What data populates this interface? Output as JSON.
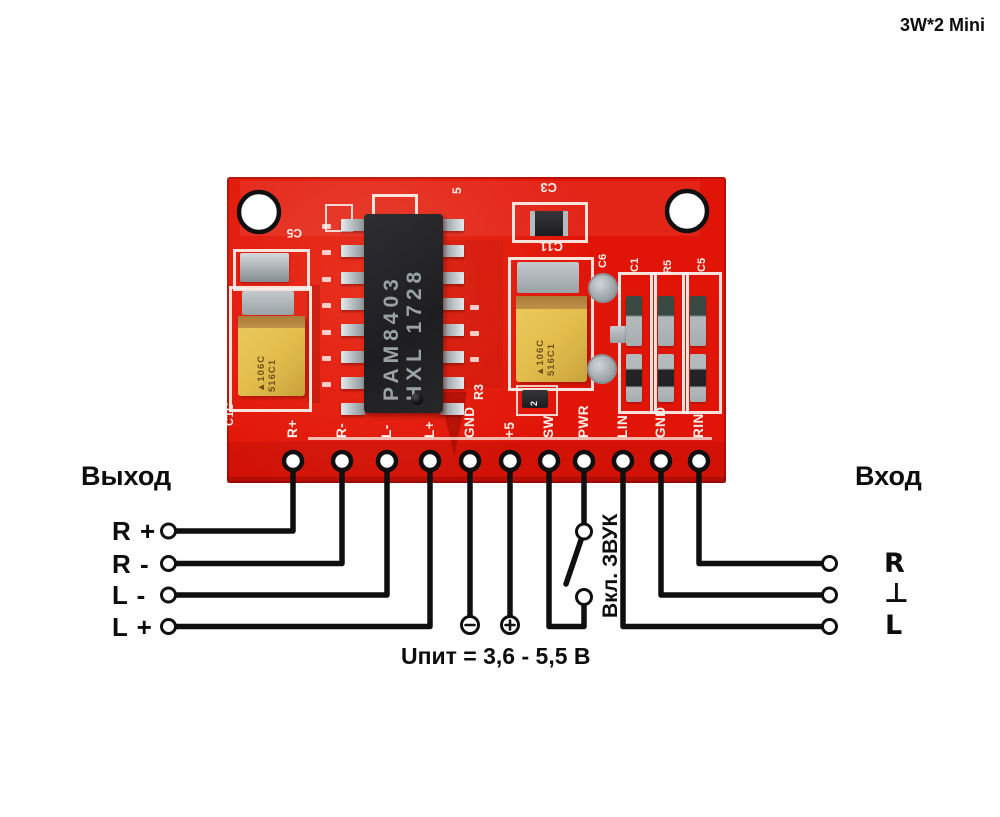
{
  "page": {
    "title": "3W*2 Mini"
  },
  "output_section": {
    "heading": "Выход",
    "terminals": [
      {
        "label": "R +"
      },
      {
        "label": "R -"
      },
      {
        "label": "L -"
      },
      {
        "label": "L +"
      }
    ]
  },
  "input_section": {
    "heading": "Вход",
    "terminals": [
      {
        "label": "R"
      },
      {
        "label": "⊥"
      },
      {
        "label": "L"
      }
    ]
  },
  "power": {
    "label": "Uпит = 3,6 - 5,5 В",
    "minus_symbol": "−",
    "plus_symbol": "+"
  },
  "mute_switch": {
    "label": "Вкл. ЗВУК"
  },
  "board": {
    "ic": {
      "marking_line1": "PAM8403",
      "marking_line2": "HXL 1728"
    },
    "pin_labels": [
      "R+",
      "R-",
      "L-",
      "L+",
      "GND",
      "+5",
      "SW",
      "PWR",
      "LIN",
      "GND",
      "RIN"
    ],
    "silkscreen": {
      "c3": "C3",
      "c11": "C11",
      "c1c": "C1C",
      "r3": "R3",
      "top_right_of_ic": "5",
      "near_hole": "C5",
      "r2_value": "2",
      "array_labels": [
        "C6",
        "C1",
        "R5",
        "C5"
      ]
    },
    "capacitor_marking": {
      "line1": "▲106C",
      "line2": "516C1"
    },
    "colors": {
      "board_red": "#e11507",
      "silk_white": "#f6efe9",
      "ic_black": "#232327",
      "cap_yellow": "#e2bd4c",
      "wire_black": "#0f0f0f"
    }
  }
}
